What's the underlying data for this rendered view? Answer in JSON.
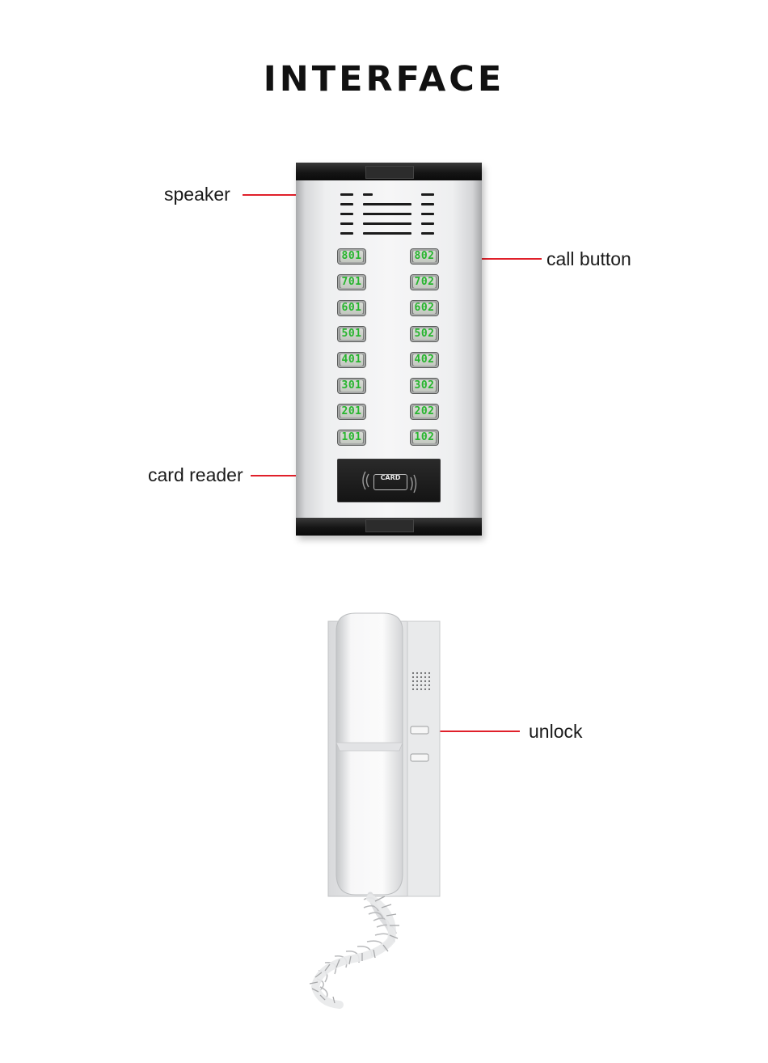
{
  "title": "INTERFACE",
  "labels": {
    "speaker": "speaker",
    "call_button": "call button",
    "card_reader": "card  reader",
    "unlock": "unlock"
  },
  "panel": {
    "keys": [
      [
        "801",
        "802"
      ],
      [
        "701",
        "702"
      ],
      [
        "601",
        "602"
      ],
      [
        "501",
        "502"
      ],
      [
        "401",
        "402"
      ],
      [
        "301",
        "302"
      ],
      [
        "201",
        "202"
      ],
      [
        "101",
        "102"
      ]
    ],
    "card_text": "CARD"
  },
  "colors": {
    "leader_line": "#e0202a",
    "key_text": "#27b52e",
    "title_text": "#111111"
  },
  "icons": [
    "speaker-grille-icon",
    "rfid-card-icon",
    "coiled-cord-icon"
  ]
}
